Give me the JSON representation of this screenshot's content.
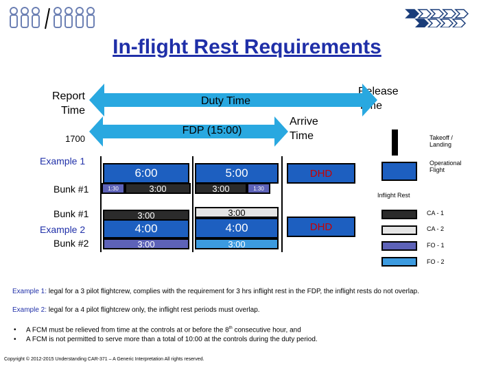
{
  "title": "In-flight Rest Requirements",
  "labels": {
    "report_time": "Report Time",
    "duty_time": "Duty Time",
    "release_time": "Release Time",
    "fdp": "FDP (15:00)",
    "arrive_time": "Arrive Time",
    "time_1700": "1700"
  },
  "rows": {
    "example1": "Example 1",
    "bunk1_a": "Bunk #1",
    "bunk1_b": "Bunk #1",
    "example2": "Example 2",
    "bunk2": "Bunk #2"
  },
  "blocks": {
    "ex1_a": "6:00",
    "ex1_b": "5:00",
    "ex1_rest_a_small": "1:30",
    "ex1_rest_a": "3:00",
    "ex1_rest_b": "3:00",
    "ex1_rest_b_small": "1:30",
    "ex2_rest_top_a": "3:00",
    "ex2_rest_top_b": "3:00",
    "ex2_a": "4:00",
    "ex2_b": "4:00",
    "ex2_rest_bot_a": "3:00",
    "ex2_rest_bot_b": "3:00",
    "dhd1": "DHD",
    "dhd2": "DHD"
  },
  "legend": {
    "takeoff": "Takeoff / Landing",
    "operational": "Operational Flight",
    "inflight_rest": "Inflight Rest",
    "ca1": "CA - 1",
    "ca2": "CA - 2",
    "fo1": "FO - 1",
    "fo2": "FO - 2"
  },
  "notes": {
    "ex1_label": "Example 1:",
    "ex1_text": "legal for a 3 pilot flightcrew, complies with the requirement for 3 hrs inflight rest in the FDP, the inflight rests do not overlap.",
    "ex2_label": "Example 2:",
    "ex2_text": "legal for a 4 pilot flightcrew only, the inflight rest periods must overlap.",
    "bullet1_pre": "A FCM must be relieved from time at the controls at or before the 8",
    "bullet1_sup": "th",
    "bullet1_post": "consecutive hour, and",
    "bullet2": "A FCM is not permitted to serve more than a total of 10:00 at the controls during the duty period."
  },
  "footer": "Copyright © 2012-2015 Understanding CAR-371 – A Generic Interpretation All rights reserved.",
  "colors": {
    "title": "#1f2fa8",
    "arrow": "#29a8e0",
    "operational": "#1d5fc0",
    "ca1": "#2b2b2b",
    "ca2": "#e4e4e4",
    "fo1": "#5d62b8",
    "fo2": "#3c9be0",
    "dhd_text": "#c80000"
  }
}
